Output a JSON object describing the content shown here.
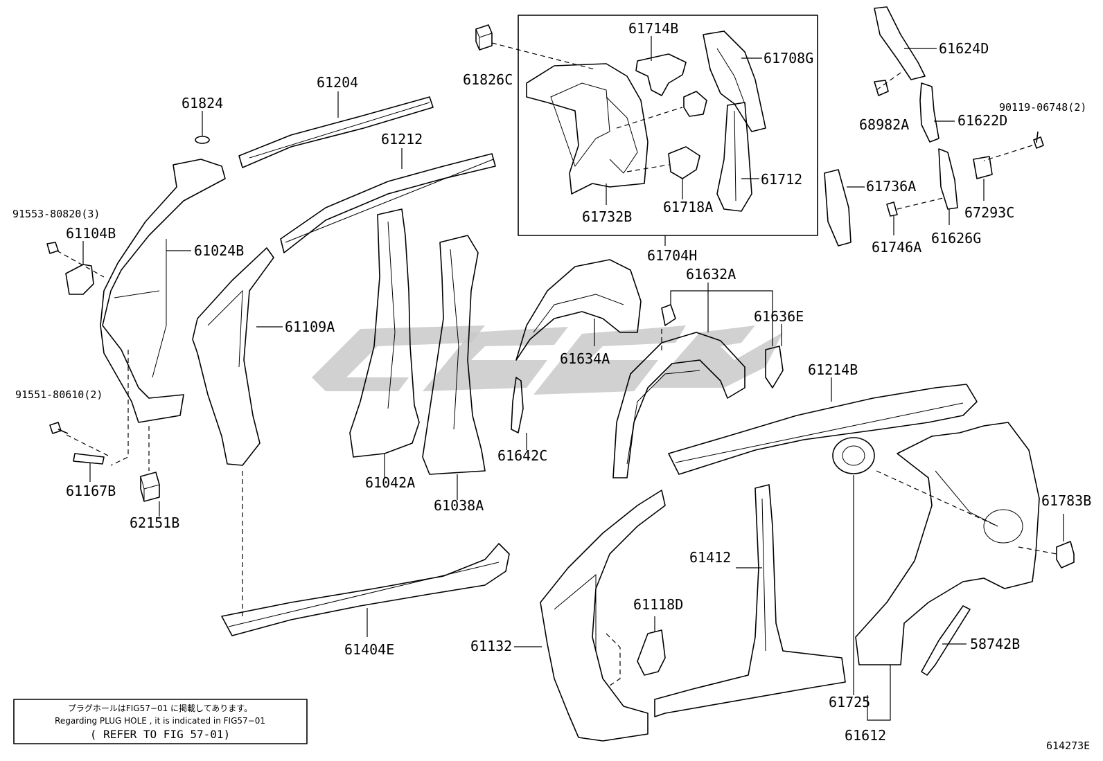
{
  "labels": {
    "p61824": "61824",
    "p61204": "61204",
    "p61212": "61212",
    "p61826C": "61826C",
    "p61714B": "61714B",
    "p61708G": "61708G",
    "p61732B": "61732B",
    "p61718A": "61718A",
    "p61712": "61712",
    "p61704H": "61704H",
    "p61624D": "61624D",
    "p68982A": "68982A",
    "p61622D": "61622D",
    "p90119": "90119-06748(2)",
    "p61736A": "61736A",
    "p61746A": "61746A",
    "p61626G": "61626G",
    "p67293C": "67293C",
    "p91553": "91553-80820(3)",
    "p61104B": "61104B",
    "p61024B": "61024B",
    "p61109A": "61109A",
    "p61632A": "61632A",
    "p61636E": "61636E",
    "p61634A": "61634A",
    "p61214B": "61214B",
    "p91551": "91551-80610(2)",
    "p61042A": "61042A",
    "p61642C": "61642C",
    "p61038A": "61038A",
    "p61167B": "61167B",
    "p62151B": "62151B",
    "p61783B": "61783B",
    "p61412": "61412",
    "p61118D": "61118D",
    "p61404E": "61404E",
    "p61132": "61132",
    "p58742B": "58742B",
    "p61725": "61725",
    "p61612": "61612"
  },
  "note": {
    "line1": "プラグホールはFIG57−01 に掲載してあります。",
    "line2": "Regarding PLUG HOLE , it is indicated in FIG57−01",
    "line3": "( REFER TO FIG 57-01)"
  },
  "figure_code": "614273E"
}
